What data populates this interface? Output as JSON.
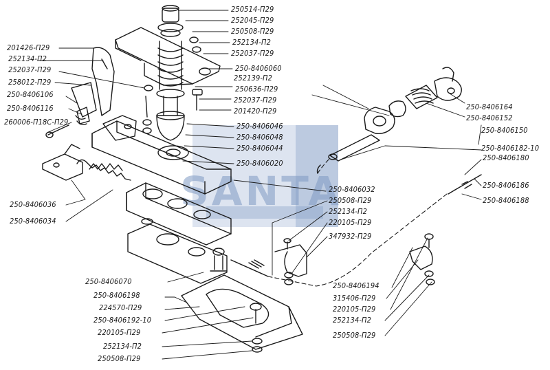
{
  "watermark": {
    "text": "SANTA"
  },
  "labels": {
    "l1": "250514-П29",
    "l2": "252045-П29",
    "l3": "250508-П29",
    "l4": "252134-П2",
    "l5": "252037-П29",
    "l6": "250-8406060",
    "l7": "252139-П2",
    "l8": "250636-П29",
    "l9": "252037-П29",
    "l10": "201420-П29",
    "l11": "250-8406046",
    "l12": "250-8406048",
    "l13": "250-8406044",
    "l14": "250-8406020",
    "l15": "201426-П29",
    "l16": "252134-П2",
    "l17": "252037-П29",
    "l18": "258012-П29",
    "l19": "250-8406106",
    "l20": "250-8406116",
    "l21": "260006-П18С-П29",
    "l22": "250-8406164",
    "l23": "250-8406152",
    "l24": "250-8406150",
    "l25": "250-8406182-10",
    "l26": "250-8406180",
    "l27": "250-8406186",
    "l28": "250-8406188",
    "l29": "250-8406036",
    "l30": "250-8406034",
    "l31": "250-8406032",
    "l32": "250508-П29",
    "l33": "252134-П2",
    "l34": "220105-П29",
    "l35": "347932-П29",
    "l36": "250-8406070",
    "l37": "250-8406198",
    "l38": "224570-П29",
    "l39": "250-8406192-10",
    "l40": "220105-П29",
    "l41": "252134-П2",
    "l42": "250508-П29",
    "l43": "250-8406194",
    "l44": "315406-П29",
    "l45": "220105-П29",
    "l46": "252134-П2",
    "l47": "250508-П29"
  }
}
